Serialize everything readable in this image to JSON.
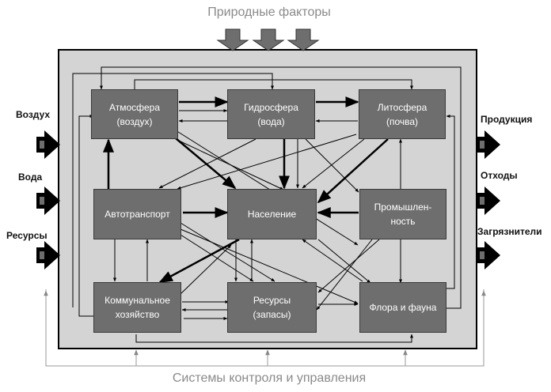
{
  "top_label": "Природные факторы",
  "bottom_label": "Системы контроля и управления",
  "inputs": [
    "Воздух",
    "Вода",
    "Ресурсы"
  ],
  "outputs": [
    "Продукция",
    "Отходы",
    "Загрязнители"
  ],
  "nodes": {
    "atmosphere": {
      "line1": "Атмосфера",
      "line2": "(воздух)"
    },
    "hydrosphere": {
      "line1": "Гидросфера",
      "line2": "(вода)"
    },
    "lithosphere": {
      "line1": "Литосфера",
      "line2": "(почва)"
    },
    "transport": {
      "line1": "Автотранспорт",
      "line2": ""
    },
    "population": {
      "line1": "Население",
      "line2": ""
    },
    "industry": {
      "line1": "Промышлен-",
      "line2": "ность"
    },
    "utilities": {
      "line1": "Коммунальное",
      "line2": "хозяйство"
    },
    "resources": {
      "line1": "Ресурсы",
      "line2": "(запасы)"
    },
    "flora": {
      "line1": "Флора и фауна",
      "line2": ""
    }
  },
  "colors": {
    "node_fill": "#6e6e6e",
    "frame_fill": "#d4d4d4",
    "control_line": "#9a9a9a"
  }
}
